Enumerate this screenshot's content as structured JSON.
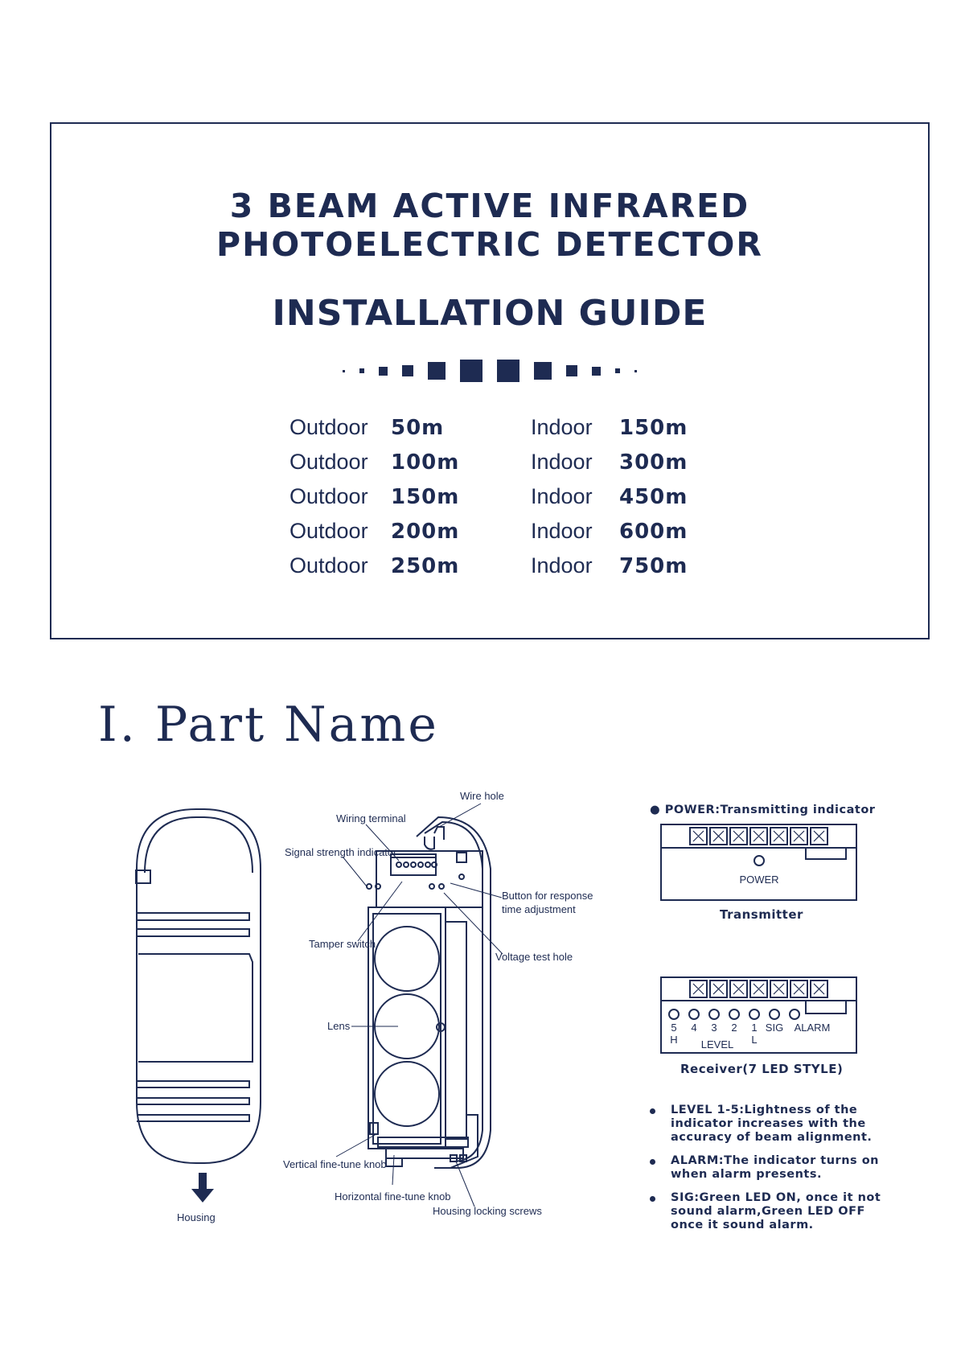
{
  "header": {
    "title_line1": "3 BEAM ACTIVE INFRARED",
    "title_line2": "PHOTOELECTRIC DETECTOR",
    "subtitle": "INSTALLATION GUIDE"
  },
  "specs": {
    "outdoor": [
      {
        "label": "Outdoor",
        "value": "50m"
      },
      {
        "label": "Outdoor",
        "value": "100m"
      },
      {
        "label": "Outdoor",
        "value": "150m"
      },
      {
        "label": "Outdoor",
        "value": "200m"
      },
      {
        "label": "Outdoor",
        "value": "250m"
      }
    ],
    "indoor": [
      {
        "label": "Indoor",
        "value": "150m"
      },
      {
        "label": "Indoor",
        "value": "300m"
      },
      {
        "label": "Indoor",
        "value": "450m"
      },
      {
        "label": "Indoor",
        "value": "600m"
      },
      {
        "label": "Indoor",
        "value": "750m"
      }
    ]
  },
  "section": {
    "title": "I. Part Name"
  },
  "housing": {
    "label": "Housing"
  },
  "parts": {
    "wire_hole": "Wire hole",
    "wiring_terminal": "Wiring terminal",
    "signal_strength": "Signal strength indicator",
    "button_response_1": "Button for response",
    "button_response_2": "time adjustment",
    "tamper_switch": "Tamper switch",
    "voltage_test": "Voltage test hole",
    "lens": "Lens",
    "vertical_knob": "Vertical fine-tune knob",
    "horizontal_knob": "Horizontal fine-tune knob",
    "locking_screws": "Housing locking screws"
  },
  "transmitter": {
    "power_note": "POWER:Transmitting indicator",
    "power_label": "POWER",
    "caption": "Transmitter"
  },
  "receiver": {
    "levels": [
      "5",
      "4",
      "3",
      "2",
      "1"
    ],
    "sig_label": "SIG",
    "alarm_label": "ALARM",
    "high_label": "H",
    "low_label": "L",
    "level_label": "LEVEL",
    "caption": "Receiver(7 LED STYLE)"
  },
  "notes": [
    "LEVEL 1-5:Lightness of the indicator increases with the accuracy of beam alignment.",
    "ALARM:The indicator turns on when alarm presents.",
    "SIG:Green LED ON, once it not sound alarm,Green LED OFF once it sound alarm."
  ]
}
